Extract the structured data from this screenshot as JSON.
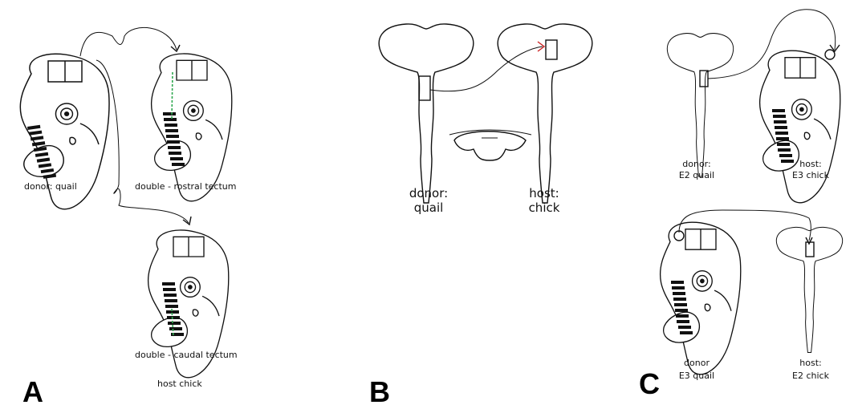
{
  "panel_a": {
    "letter": "A",
    "donor_label": "donor: quail",
    "rostral_label": "double - rostral tectum",
    "caudal_label": "double - caudal tectum",
    "host_label": "host  chick"
  },
  "panel_b": {
    "letter": "B",
    "donor_line1": "donor:",
    "donor_line2": "quail",
    "host_line1": "host:",
    "host_line2": "chick"
  },
  "panel_c": {
    "letter": "C",
    "top_donor_line1": "donor:",
    "top_donor_line2": "E2 quail",
    "top_host_line1": "host:",
    "top_host_line2": "E3 chick",
    "bottom_donor_line1": "donor",
    "bottom_donor_line2": "E3 quail",
    "bottom_host_line1": "host:",
    "bottom_host_line2": "E2 chick"
  },
  "colors": {
    "line": "#111111",
    "green_mark": "#2fa84f",
    "red_arrow": "#cc2222"
  }
}
